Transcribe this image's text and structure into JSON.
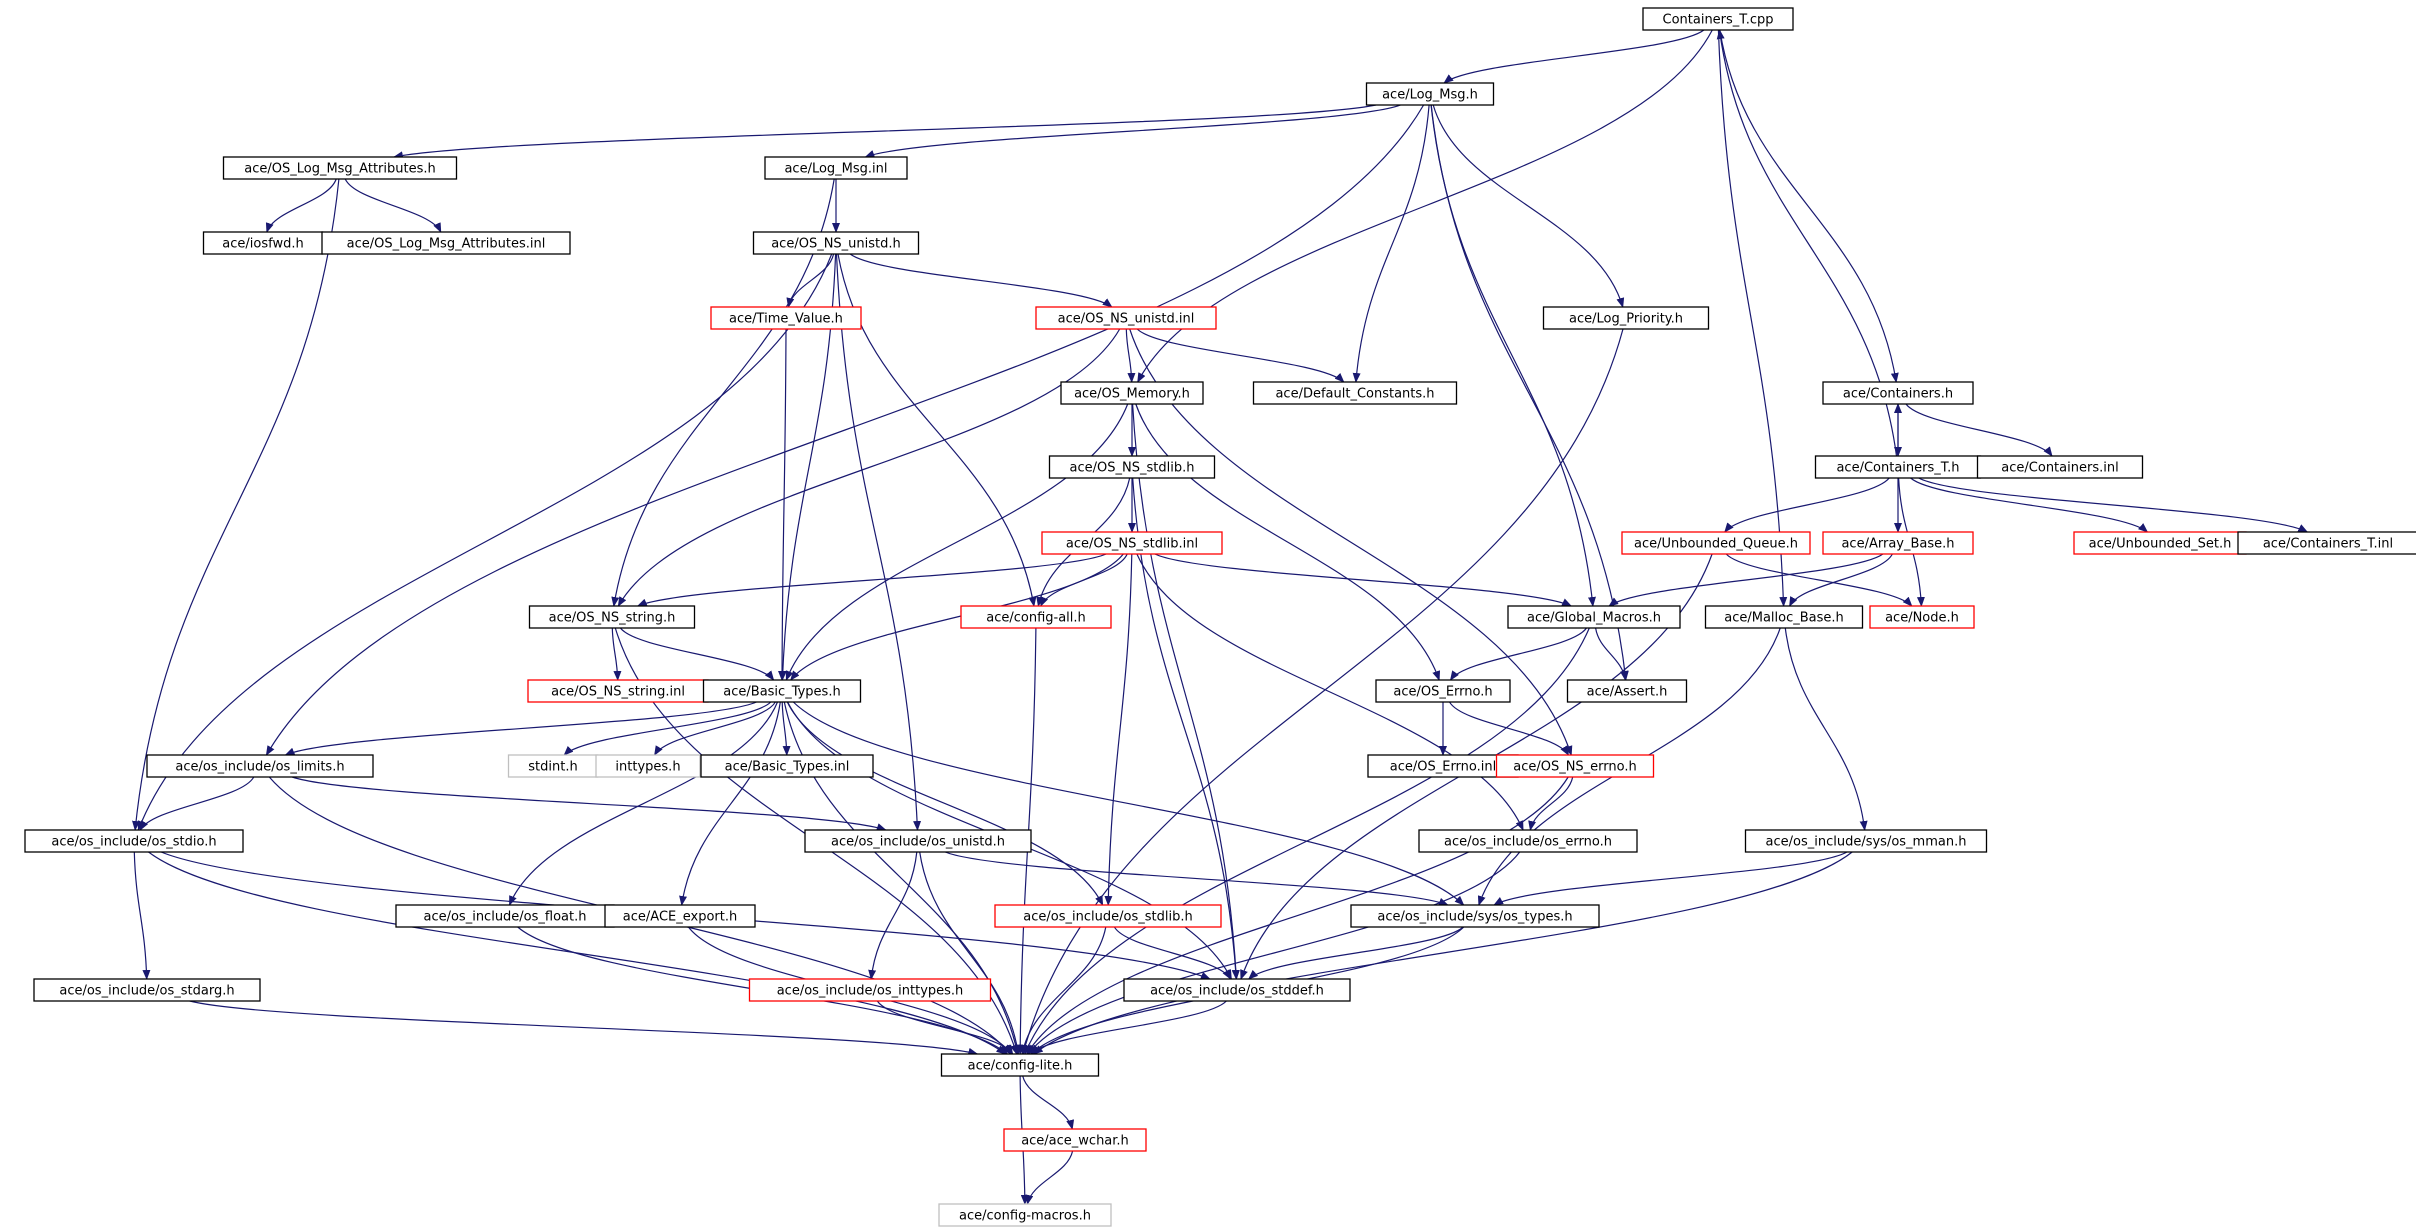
{
  "diagram": {
    "title": "",
    "colors": {
      "edge": "#191970",
      "normal_border": "#000000",
      "missing_border": "#ff0000",
      "external_border": "#bfbfbf",
      "root_fill": "#bfbfbf",
      "node_fill": "#ffffff",
      "text": "#000000"
    },
    "nodes": [
      {
        "id": "containers_t_cpp",
        "label": "Containers_T.cpp",
        "style": "root"
      },
      {
        "id": "log_msg_h",
        "label": "ace/Log_Msg.h",
        "style": "normal"
      },
      {
        "id": "os_log_msg_attributes_h",
        "label": "ace/OS_Log_Msg_Attributes.h",
        "style": "normal"
      },
      {
        "id": "log_msg_inl",
        "label": "ace/Log_Msg.inl",
        "style": "normal"
      },
      {
        "id": "iosfwd_h",
        "label": "ace/iosfwd.h",
        "style": "normal"
      },
      {
        "id": "os_log_msg_attributes_inl",
        "label": "ace/OS_Log_Msg_Attributes.inl",
        "style": "normal"
      },
      {
        "id": "os_ns_unistd_h",
        "label": "ace/OS_NS_unistd.h",
        "style": "normal"
      },
      {
        "id": "time_value_h",
        "label": "ace/Time_Value.h",
        "style": "missing"
      },
      {
        "id": "os_ns_unistd_inl",
        "label": "ace/OS_NS_unistd.inl",
        "style": "missing"
      },
      {
        "id": "log_priority_h",
        "label": "ace/Log_Priority.h",
        "style": "normal"
      },
      {
        "id": "os_memory_h",
        "label": "ace/OS_Memory.h",
        "style": "normal"
      },
      {
        "id": "default_constants_h",
        "label": "ace/Default_Constants.h",
        "style": "normal"
      },
      {
        "id": "containers_h",
        "label": "ace/Containers.h",
        "style": "normal"
      },
      {
        "id": "containers_t_h",
        "label": "ace/Containers_T.h",
        "style": "normal"
      },
      {
        "id": "containers_inl",
        "label": "ace/Containers.inl",
        "style": "normal"
      },
      {
        "id": "os_ns_stdlib_h",
        "label": "ace/OS_NS_stdlib.h",
        "style": "normal"
      },
      {
        "id": "os_ns_stdlib_inl",
        "label": "ace/OS_NS_stdlib.inl",
        "style": "missing"
      },
      {
        "id": "unbounded_queue_h",
        "label": "ace/Unbounded_Queue.h",
        "style": "missing"
      },
      {
        "id": "array_base_h",
        "label": "ace/Array_Base.h",
        "style": "missing"
      },
      {
        "id": "unbounded_set_h",
        "label": "ace/Unbounded_Set.h",
        "style": "missing"
      },
      {
        "id": "containers_t_inl",
        "label": "ace/Containers_T.inl",
        "style": "normal"
      },
      {
        "id": "os_ns_string_h",
        "label": "ace/OS_NS_string.h",
        "style": "normal"
      },
      {
        "id": "config_all_h",
        "label": "ace/config-all.h",
        "style": "missing"
      },
      {
        "id": "global_macros_h",
        "label": "ace/Global_Macros.h",
        "style": "normal"
      },
      {
        "id": "malloc_base_h",
        "label": "ace/Malloc_Base.h",
        "style": "normal"
      },
      {
        "id": "node_h",
        "label": "ace/Node.h",
        "style": "missing"
      },
      {
        "id": "os_ns_string_inl",
        "label": "ace/OS_NS_string.inl",
        "style": "missing"
      },
      {
        "id": "basic_types_h",
        "label": "ace/Basic_Types.h",
        "style": "normal"
      },
      {
        "id": "os_errno_h",
        "label": "ace/OS_Errno.h",
        "style": "normal"
      },
      {
        "id": "assert_h",
        "label": "ace/Assert.h",
        "style": "normal"
      },
      {
        "id": "os_limits_h",
        "label": "ace/os_include/os_limits.h",
        "style": "normal"
      },
      {
        "id": "stdint_h",
        "label": "stdint.h",
        "style": "external"
      },
      {
        "id": "inttypes_h",
        "label": "inttypes.h",
        "style": "external"
      },
      {
        "id": "basic_types_inl",
        "label": "ace/Basic_Types.inl",
        "style": "normal"
      },
      {
        "id": "os_errno_inl",
        "label": "ace/OS_Errno.inl",
        "style": "normal"
      },
      {
        "id": "os_ns_errno_h",
        "label": "ace/OS_NS_errno.h",
        "style": "missing"
      },
      {
        "id": "os_stdio_h",
        "label": "ace/os_include/os_stdio.h",
        "style": "normal"
      },
      {
        "id": "os_unistd_h",
        "label": "ace/os_include/os_unistd.h",
        "style": "normal"
      },
      {
        "id": "os_include_errno_h",
        "label": "ace/os_include/os_errno.h",
        "style": "normal"
      },
      {
        "id": "os_mman_h",
        "label": "ace/os_include/sys/os_mman.h",
        "style": "normal"
      },
      {
        "id": "os_float_h",
        "label": "ace/os_include/os_float.h",
        "style": "normal"
      },
      {
        "id": "ace_export_h",
        "label": "ace/ACE_export.h",
        "style": "normal"
      },
      {
        "id": "os_stdlib_h",
        "label": "ace/os_include/os_stdlib.h",
        "style": "missing"
      },
      {
        "id": "os_types_h",
        "label": "ace/os_include/sys/os_types.h",
        "style": "normal"
      },
      {
        "id": "os_stdarg_h",
        "label": "ace/os_include/os_stdarg.h",
        "style": "normal"
      },
      {
        "id": "os_inttypes_h",
        "label": "ace/os_include/os_inttypes.h",
        "style": "missing"
      },
      {
        "id": "os_stddef_h",
        "label": "ace/os_include/os_stddef.h",
        "style": "normal"
      },
      {
        "id": "config_lite_h",
        "label": "ace/config-lite.h",
        "style": "normal"
      },
      {
        "id": "ace_wchar_h",
        "label": "ace/ace_wchar.h",
        "style": "missing"
      },
      {
        "id": "config_macros_h",
        "label": "ace/config-macros.h",
        "style": "external"
      }
    ],
    "edges": [
      {
        "from": "containers_t_cpp",
        "to": "log_msg_h"
      },
      {
        "from": "containers_t_cpp",
        "to": "os_memory_h"
      },
      {
        "from": "containers_t_cpp",
        "to": "malloc_base_h"
      },
      {
        "from": "containers_t_cpp",
        "to": "containers_h"
      },
      {
        "from": "containers_t_h",
        "to": "containers_t_cpp"
      },
      {
        "from": "log_msg_h",
        "to": "os_log_msg_attributes_h"
      },
      {
        "from": "log_msg_h",
        "to": "log_msg_inl"
      },
      {
        "from": "log_msg_h",
        "to": "os_limits_h"
      },
      {
        "from": "log_msg_h",
        "to": "default_constants_h"
      },
      {
        "from": "log_msg_h",
        "to": "log_priority_h"
      },
      {
        "from": "log_msg_h",
        "to": "global_macros_h"
      },
      {
        "from": "log_msg_h",
        "to": "assert_h"
      },
      {
        "from": "os_log_msg_attributes_h",
        "to": "iosfwd_h"
      },
      {
        "from": "os_log_msg_attributes_h",
        "to": "os_log_msg_attributes_inl"
      },
      {
        "from": "os_log_msg_attributes_h",
        "to": "os_stdio_h"
      },
      {
        "from": "log_msg_inl",
        "to": "os_ns_unistd_h"
      },
      {
        "from": "log_msg_inl",
        "to": "os_ns_string_h"
      },
      {
        "from": "os_ns_unistd_h",
        "to": "time_value_h"
      },
      {
        "from": "os_ns_unistd_h",
        "to": "os_ns_unistd_inl"
      },
      {
        "from": "os_ns_unistd_h",
        "to": "basic_types_h"
      },
      {
        "from": "os_ns_unistd_h",
        "to": "os_unistd_h"
      },
      {
        "from": "os_ns_unistd_h",
        "to": "config_all_h"
      },
      {
        "from": "os_ns_unistd_h",
        "to": "os_stdio_h"
      },
      {
        "from": "time_value_h",
        "to": "basic_types_h"
      },
      {
        "from": "os_ns_unistd_inl",
        "to": "os_memory_h"
      },
      {
        "from": "os_ns_unistd_inl",
        "to": "default_constants_h"
      },
      {
        "from": "os_ns_unistd_inl",
        "to": "os_ns_string_h"
      },
      {
        "from": "os_ns_unistd_inl",
        "to": "os_ns_errno_h"
      },
      {
        "from": "log_priority_h",
        "to": "config_lite_h"
      },
      {
        "from": "os_memory_h",
        "to": "os_ns_stdlib_h"
      },
      {
        "from": "os_memory_h",
        "to": "basic_types_h"
      },
      {
        "from": "os_memory_h",
        "to": "os_errno_h"
      },
      {
        "from": "os_memory_h",
        "to": "os_stddef_h"
      },
      {
        "from": "containers_h",
        "to": "containers_t_h"
      },
      {
        "from": "containers_h",
        "to": "containers_inl"
      },
      {
        "from": "containers_t_h",
        "to": "containers_h"
      },
      {
        "from": "containers_t_h",
        "to": "unbounded_queue_h"
      },
      {
        "from": "containers_t_h",
        "to": "array_base_h"
      },
      {
        "from": "containers_t_h",
        "to": "unbounded_set_h"
      },
      {
        "from": "containers_t_h",
        "to": "containers_t_inl"
      },
      {
        "from": "containers_t_h",
        "to": "node_h"
      },
      {
        "from": "os_ns_stdlib_h",
        "to": "os_ns_stdlib_inl"
      },
      {
        "from": "os_ns_stdlib_h",
        "to": "config_all_h"
      },
      {
        "from": "os_ns_stdlib_h",
        "to": "os_stddef_h"
      },
      {
        "from": "os_ns_stdlib_inl",
        "to": "config_all_h"
      },
      {
        "from": "os_ns_stdlib_inl",
        "to": "os_ns_string_h"
      },
      {
        "from": "os_ns_stdlib_inl",
        "to": "global_macros_h"
      },
      {
        "from": "os_ns_stdlib_inl",
        "to": "basic_types_h"
      },
      {
        "from": "os_ns_stdlib_inl",
        "to": "os_include_errno_h"
      },
      {
        "from": "os_ns_stdlib_inl",
        "to": "os_stdlib_h"
      },
      {
        "from": "unbounded_queue_h",
        "to": "node_h"
      },
      {
        "from": "unbounded_queue_h",
        "to": "os_stddef_h"
      },
      {
        "from": "array_base_h",
        "to": "global_macros_h"
      },
      {
        "from": "array_base_h",
        "to": "malloc_base_h"
      },
      {
        "from": "os_ns_string_h",
        "to": "os_ns_string_inl"
      },
      {
        "from": "os_ns_string_h",
        "to": "basic_types_h"
      },
      {
        "from": "os_ns_string_h",
        "to": "config_lite_h"
      },
      {
        "from": "config_all_h",
        "to": "config_lite_h"
      },
      {
        "from": "global_macros_h",
        "to": "os_errno_h"
      },
      {
        "from": "global_macros_h",
        "to": "assert_h"
      },
      {
        "from": "global_macros_h",
        "to": "config_lite_h"
      },
      {
        "from": "malloc_base_h",
        "to": "os_types_h"
      },
      {
        "from": "malloc_base_h",
        "to": "os_mman_h"
      },
      {
        "from": "basic_types_h",
        "to": "os_limits_h"
      },
      {
        "from": "basic_types_h",
        "to": "stdint_h"
      },
      {
        "from": "basic_types_h",
        "to": "inttypes_h"
      },
      {
        "from": "basic_types_h",
        "to": "basic_types_inl"
      },
      {
        "from": "basic_types_h",
        "to": "os_float_h"
      },
      {
        "from": "basic_types_h",
        "to": "ace_export_h"
      },
      {
        "from": "basic_types_h",
        "to": "os_stdlib_h"
      },
      {
        "from": "basic_types_h",
        "to": "os_types_h"
      },
      {
        "from": "basic_types_h",
        "to": "os_stddef_h"
      },
      {
        "from": "basic_types_h",
        "to": "config_lite_h"
      },
      {
        "from": "os_errno_h",
        "to": "os_errno_inl"
      },
      {
        "from": "os_errno_h",
        "to": "os_ns_errno_h"
      },
      {
        "from": "os_ns_errno_h",
        "to": "os_include_errno_h"
      },
      {
        "from": "os_ns_errno_h",
        "to": "config_lite_h"
      },
      {
        "from": "os_limits_h",
        "to": "os_stdio_h"
      },
      {
        "from": "os_limits_h",
        "to": "os_unistd_h"
      },
      {
        "from": "os_limits_h",
        "to": "config_lite_h"
      },
      {
        "from": "os_stdio_h",
        "to": "os_stdarg_h"
      },
      {
        "from": "os_stdio_h",
        "to": "os_stddef_h"
      },
      {
        "from": "os_stdio_h",
        "to": "config_lite_h"
      },
      {
        "from": "os_unistd_h",
        "to": "os_types_h"
      },
      {
        "from": "os_unistd_h",
        "to": "os_inttypes_h"
      },
      {
        "from": "os_unistd_h",
        "to": "config_lite_h"
      },
      {
        "from": "os_include_errno_h",
        "to": "config_lite_h"
      },
      {
        "from": "os_mman_h",
        "to": "os_types_h"
      },
      {
        "from": "os_mman_h",
        "to": "config_lite_h"
      },
      {
        "from": "os_float_h",
        "to": "config_lite_h"
      },
      {
        "from": "ace_export_h",
        "to": "config_lite_h"
      },
      {
        "from": "os_stdlib_h",
        "to": "os_stddef_h"
      },
      {
        "from": "os_stdlib_h",
        "to": "config_lite_h"
      },
      {
        "from": "os_types_h",
        "to": "os_stddef_h"
      },
      {
        "from": "os_types_h",
        "to": "config_lite_h"
      },
      {
        "from": "os_stdarg_h",
        "to": "config_lite_h"
      },
      {
        "from": "os_inttypes_h",
        "to": "config_lite_h"
      },
      {
        "from": "os_stddef_h",
        "to": "config_lite_h"
      },
      {
        "from": "config_lite_h",
        "to": "ace_wchar_h"
      },
      {
        "from": "config_lite_h",
        "to": "config_macros_h"
      },
      {
        "from": "ace_wchar_h",
        "to": "config_macros_h"
      }
    ]
  }
}
